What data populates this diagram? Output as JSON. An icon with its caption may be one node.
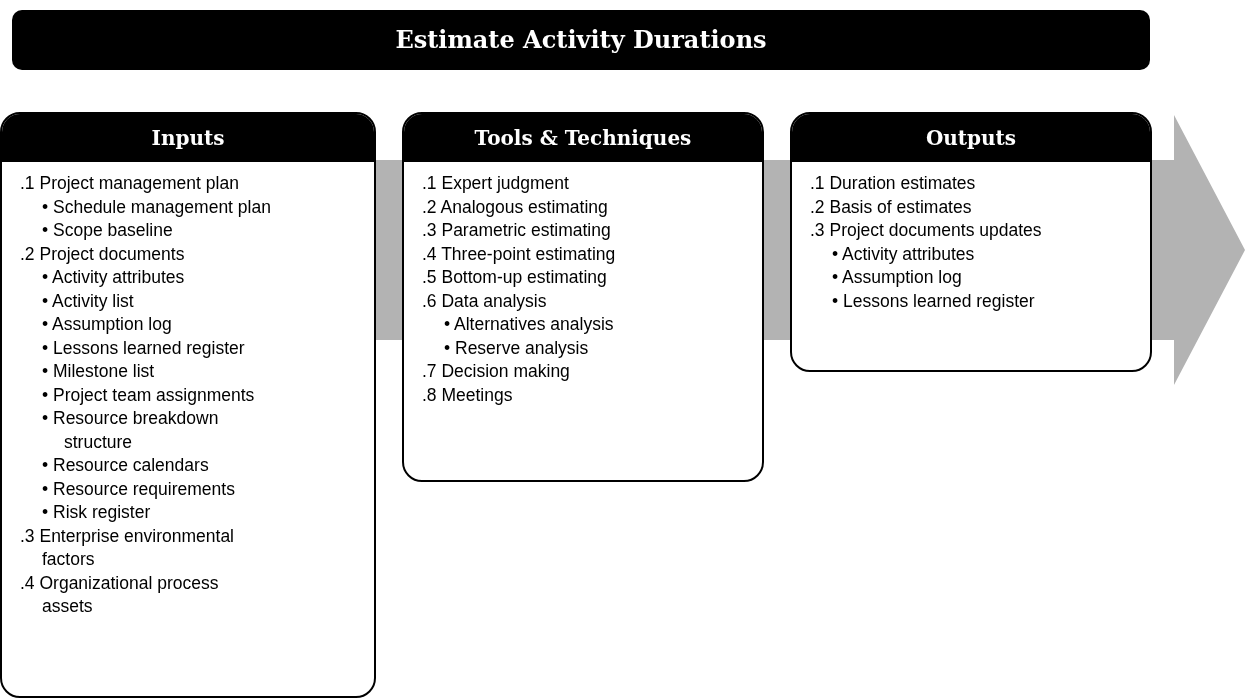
{
  "diagram": {
    "title": "Estimate Activity Durations",
    "nodes": [
      {
        "text": [
          "Inputs",
          ".1 Project management plan",
          "• Schedule management plan",
          "• Scope baseline",
          ".2 Project documents",
          "• Activity attributes",
          "• Activity list",
          "• Assumption log",
          "• Lessons learned register",
          "• Milestone list",
          "• Project team assignments",
          "• Resource breakdown structure",
          "• Resource calendars",
          "• Resource requirements",
          "• Risk register",
          ".3 Enterprise environmental factors",
          ".4 Organizational process assets"
        ]
      },
      {
        "text": [
          "Tools & Techniques",
          ".1 Expert judgment",
          ".2 Analogous estimating",
          ".3 Parametric estimating",
          ".4 Three-point estimating",
          ".5 Bottom-up estimating",
          ".6 Data analysis",
          "• Alternatives analysis",
          "• Reserve analysis",
          ".7 Decision making",
          ".8 Meetings"
        ]
      },
      {
        "text": [
          "Outputs",
          ".1 Duration estimates",
          ".2 Basis of estimates",
          ".3 Project documents updates",
          "• Activity attributes",
          "• Assumption log",
          "• Lessons learned register"
        ]
      }
    ],
    "edges": [
      {
        "from": 0,
        "to": 1,
        "arrow": "none"
      },
      {
        "from": 1,
        "to": 2,
        "arrow": "none"
      },
      {
        "from": 2,
        "to": null,
        "arrow": "to"
      }
    ]
  }
}
